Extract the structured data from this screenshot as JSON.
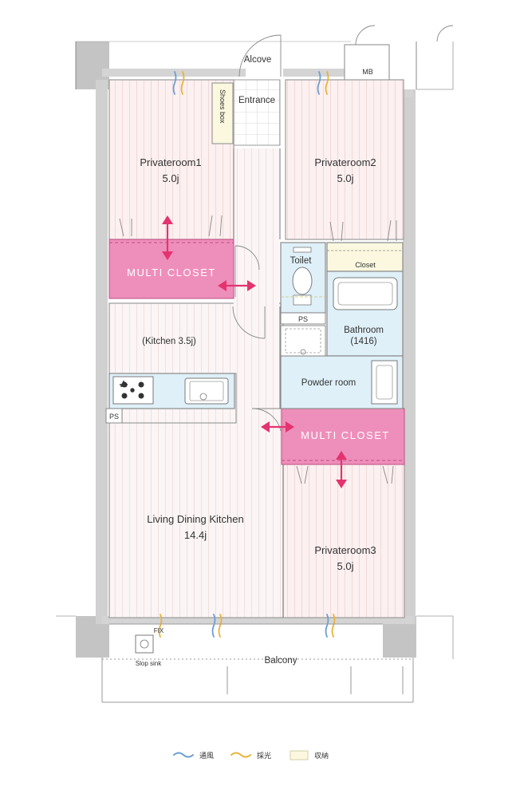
{
  "rooms": {
    "private1": {
      "name": "Privateroom1",
      "size": "5.0j"
    },
    "private2": {
      "name": "Privateroom2",
      "size": "5.0j"
    },
    "private3": {
      "name": "Privateroom3",
      "size": "5.0j"
    },
    "ldk": {
      "name": "Living Dining Kitchen",
      "size": "14.4j"
    },
    "kitchen": "(Kitchen 3.5j)",
    "toilet": "Toilet",
    "closet": "Closet",
    "bathroom": {
      "name": "Bathroom",
      "size": "(1416)"
    },
    "powder": "Powder room",
    "entrance": "Entrance",
    "alcove": "Alcove",
    "shoes_box": "Shoes box",
    "mb": "MB",
    "balcony": "Balcony",
    "slop_sink": "Slop sink",
    "fix": "FIX",
    "ps": "PS",
    "multi_closet": "MULTI CLOSET"
  },
  "legend": [
    {
      "label": "通風",
      "color": "#6a9fd4"
    },
    {
      "label": "採光",
      "color": "#e9b23a"
    },
    {
      "label": "収納",
      "color": "#fbf8df"
    }
  ],
  "colors": {
    "wall": "#bfbfbf",
    "room_pink": "#fcf0f0",
    "stripe": "#f3dede",
    "wet_blue": "#dff0f8",
    "closet_pink": "#ee8fbb",
    "arrow": "#e4336f",
    "storage_cream": "#fbf8df"
  }
}
